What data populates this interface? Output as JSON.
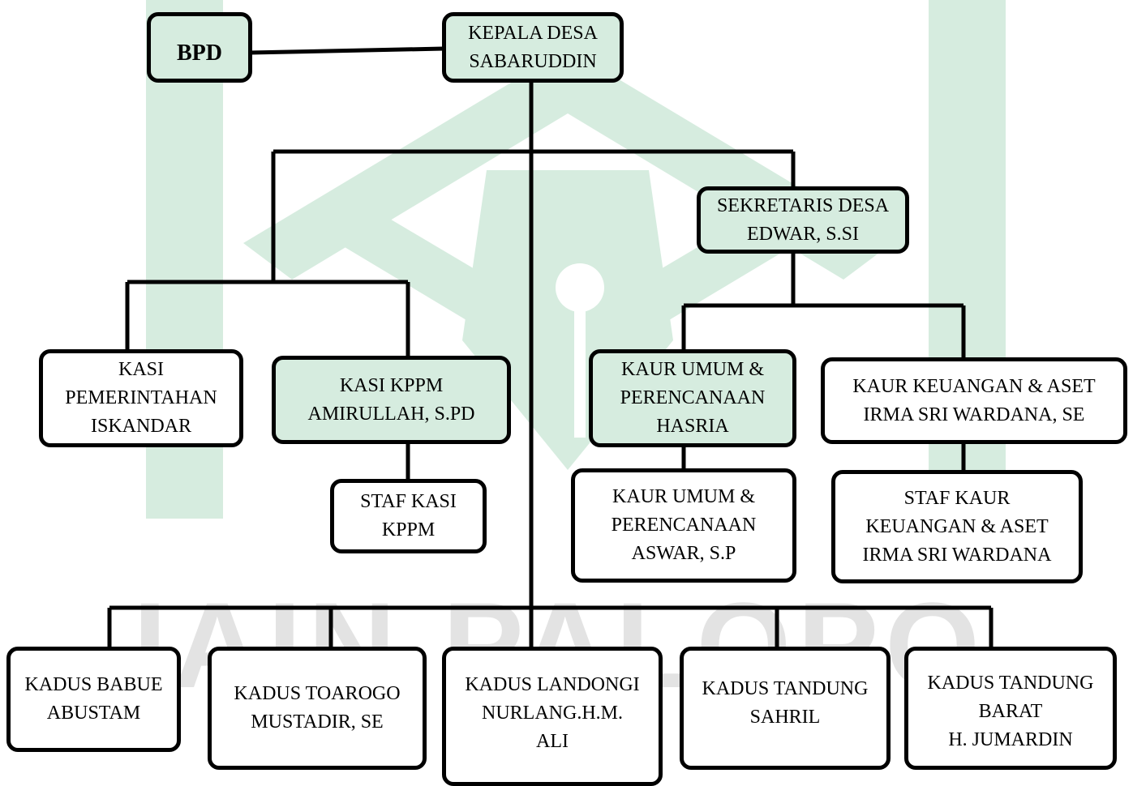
{
  "watermark": {
    "text": "IAIN PALOPO",
    "logo": "pen-nib-logo",
    "color": "#d6ecdf",
    "text_color": "#e3e3e3"
  },
  "boxes": {
    "bpd": "BPD",
    "kepala_desa": [
      "KEPALA DESA",
      "SABARUDDIN"
    ],
    "sekretaris": [
      "SEKRETARIS DESA",
      "EDWAR, S.SI"
    ],
    "kasi_pemerintahan": [
      "KASI",
      "PEMERINTAHAN",
      "ISKANDAR"
    ],
    "kasi_kppm": [
      "KASI KPPM",
      "AMIRULLAH, S.PD"
    ],
    "staf_kasi_kppm": [
      "STAF KASI",
      "KPPM"
    ],
    "kaur_umum": [
      "KAUR UMUM &",
      "PERENCANAAN",
      "HASRIA"
    ],
    "kaur_umum_staf": [
      "KAUR UMUM &",
      "PERENCANAAN",
      "ASWAR, S.P"
    ],
    "kaur_keuangan": [
      "KAUR KEUANGAN & ASET",
      "IRMA SRI  WARDANA, SE"
    ],
    "staf_kaur_keuangan": [
      "STAF KAUR",
      "KEUANGAN & ASET",
      "IRMA SRI WARDANA"
    ],
    "kadus_babue": [
      "KADUS BABUE",
      "ABUSTAM"
    ],
    "kadus_toarogo": [
      "KADUS TOAROGO",
      "MUSTADIR, SE"
    ],
    "kadus_landongi": [
      "KADUS LANDONGI",
      "NURLANG.H.M.",
      "ALI"
    ],
    "kadus_tandung": [
      "KADUS TANDUNG",
      "SAHRIL"
    ],
    "kadus_tandung_barat": [
      "KADUS TANDUNG",
      "BARAT",
      "H. JUMARDIN"
    ]
  }
}
